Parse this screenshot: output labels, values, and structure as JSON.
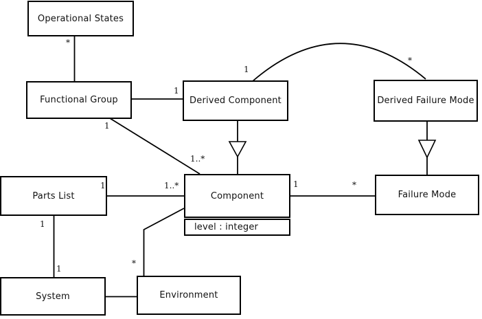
{
  "diagram": {
    "kind": "uml-class-diagram",
    "colors": {
      "background": "#ffffff",
      "line": "#000000",
      "box_fill": "#ffffff",
      "text": "#111111"
    },
    "classes": {
      "operational_states": {
        "label": "Operational States"
      },
      "functional_group": {
        "label": "Functional Group"
      },
      "derived_component": {
        "label": "Derived Component"
      },
      "derived_failure_mode": {
        "label": "Derived Failure Mode"
      },
      "parts_list": {
        "label": "Parts List"
      },
      "component": {
        "label": "Component",
        "attribute": "level : integer"
      },
      "failure_mode": {
        "label": "Failure Mode"
      },
      "system": {
        "label": "System"
      },
      "environment": {
        "label": "Environment"
      }
    },
    "multiplicities": {
      "os_fg_at_os": "*",
      "fg_dc_at_dc": "1",
      "fg_comp_at_fg": "1",
      "fg_comp_at_comp": "1..*",
      "dc_dfm_at_dc": "1",
      "dc_dfm_at_dfm": "*",
      "pl_comp_at_pl": "1",
      "pl_comp_at_comp": "1..*",
      "comp_fm_at_comp": "1",
      "comp_fm_at_fm": "*",
      "pl_sys_at_pl": "1",
      "pl_sys_at_sys": "1",
      "comp_env_at_env": "*"
    },
    "relationships": [
      {
        "a": "Operational States",
        "b": "Functional Group",
        "type": "association",
        "mult_a": "*"
      },
      {
        "a": "Functional Group",
        "b": "Derived Component",
        "type": "association",
        "mult_b": "1"
      },
      {
        "a": "Functional Group",
        "b": "Component",
        "type": "association",
        "mult_a": "1",
        "mult_b": "1..*"
      },
      {
        "a": "Derived Component",
        "b": "Component",
        "type": "generalization",
        "parent": "Component"
      },
      {
        "a": "Derived Component",
        "b": "Derived Failure Mode",
        "type": "association",
        "mult_a": "1",
        "mult_b": "*"
      },
      {
        "a": "Derived Failure Mode",
        "b": "Failure Mode",
        "type": "generalization",
        "parent": "Failure Mode"
      },
      {
        "a": "Parts List",
        "b": "Component",
        "type": "association",
        "mult_a": "1",
        "mult_b": "1..*"
      },
      {
        "a": "Component",
        "b": "Failure Mode",
        "type": "association",
        "mult_a": "1",
        "mult_b": "*"
      },
      {
        "a": "Parts List",
        "b": "System",
        "type": "association",
        "mult_a": "1",
        "mult_b": "1"
      },
      {
        "a": "Component",
        "b": "Environment",
        "type": "association",
        "mult_b": "*"
      },
      {
        "a": "System",
        "b": "Environment",
        "type": "association"
      }
    ]
  }
}
